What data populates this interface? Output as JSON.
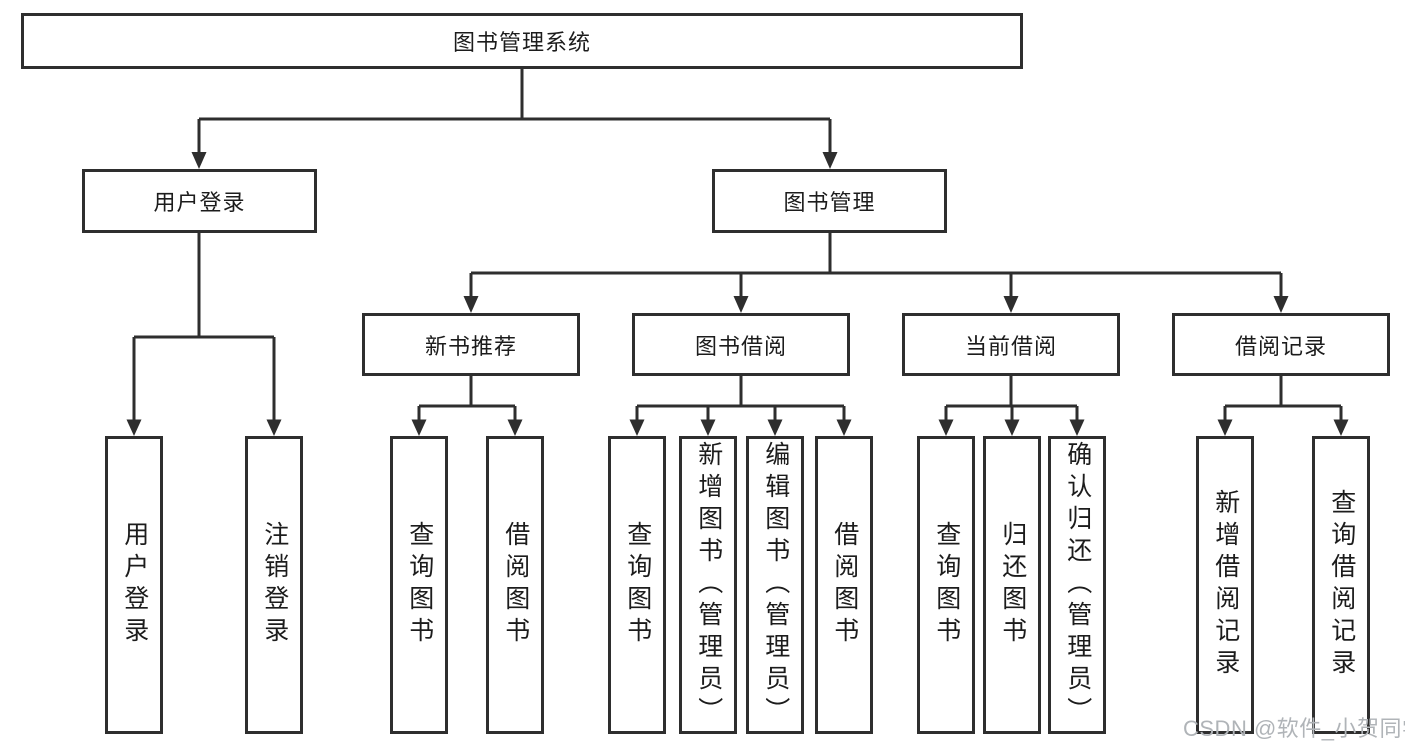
{
  "tree": {
    "root": {
      "label": "图书管理系统"
    },
    "children": [
      {
        "label": "用户登录",
        "leaves": [
          "用户登录",
          "注销登录"
        ]
      },
      {
        "label": "图书管理",
        "children": [
          {
            "label": "新书推荐",
            "leaves": [
              "查询图书",
              "借阅图书"
            ]
          },
          {
            "label": "图书借阅",
            "leaves": [
              "查询图书",
              "新增图书（管理员）",
              "编辑图书（管理员）",
              "借阅图书"
            ]
          },
          {
            "label": "当前借阅",
            "leaves": [
              "查询图书",
              "归还图书",
              "确认归还（管理员）"
            ]
          },
          {
            "label": "借阅记录",
            "leaves": [
              "新增借阅记录",
              "查询借阅记录"
            ]
          }
        ]
      }
    ]
  },
  "watermark": {
    "text": "CSDN @软件_小贺同学"
  },
  "colors": {
    "line": "#2e2e2e",
    "box_border": "#2e2e2e",
    "text": "#1c1c1c",
    "watermark": "#b0b4b8",
    "background": "#ffffff"
  }
}
